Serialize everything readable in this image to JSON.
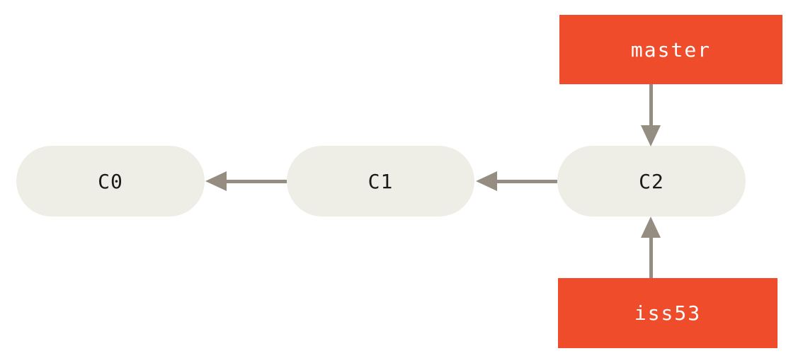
{
  "colors": {
    "background": "#ffffff",
    "commit_fill": "#efeee6",
    "commit_text": "#1a1a1a",
    "branch_fill": "#ee4c2b",
    "branch_text": "#ffffff",
    "arrow": "#958c82"
  },
  "diagram": {
    "commits": [
      {
        "id": "C0"
      },
      {
        "id": "C1"
      },
      {
        "id": "C2"
      }
    ],
    "branches": [
      {
        "name": "master",
        "points_to": "C2"
      },
      {
        "name": "iss53",
        "points_to": "C2"
      }
    ],
    "edges": [
      {
        "from": "C1",
        "to": "C0"
      },
      {
        "from": "C2",
        "to": "C1"
      },
      {
        "from": "master",
        "to": "C2"
      },
      {
        "from": "iss53",
        "to": "C2"
      }
    ]
  }
}
